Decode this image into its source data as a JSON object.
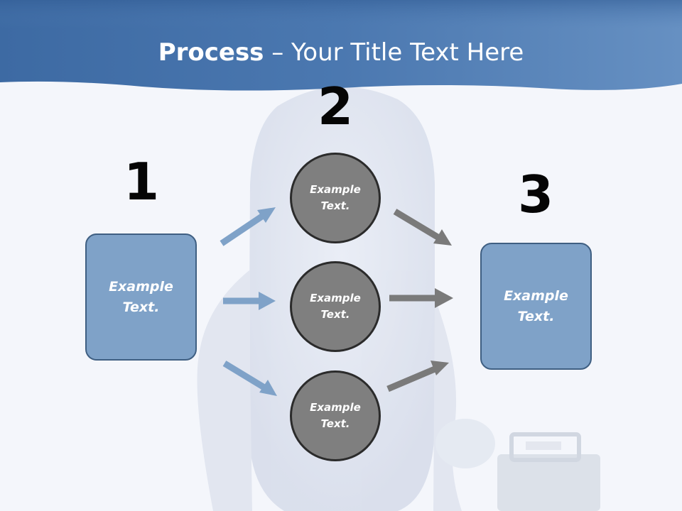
{
  "slide": {
    "title_bold": "Process",
    "title_rest": " – Your Title Text Here"
  },
  "steps": {
    "step1": {
      "number": "1",
      "text": "Example\nText."
    },
    "step2": {
      "number": "2",
      "items": [
        {
          "text": "Example\nText."
        },
        {
          "text": "Example\nText."
        },
        {
          "text": "Example\nText."
        }
      ]
    },
    "step3": {
      "number": "3",
      "text": "Example\nText."
    }
  },
  "colors": {
    "header_blue": "#4a74a8",
    "box_fill": "#7fa2c8",
    "box_border": "#3f5f82",
    "circle_fill": "#7f7f7f",
    "circle_border": "#2b2b2b",
    "arrow_blue": "#7fa2c8",
    "arrow_gray": "#7a7a7a"
  }
}
